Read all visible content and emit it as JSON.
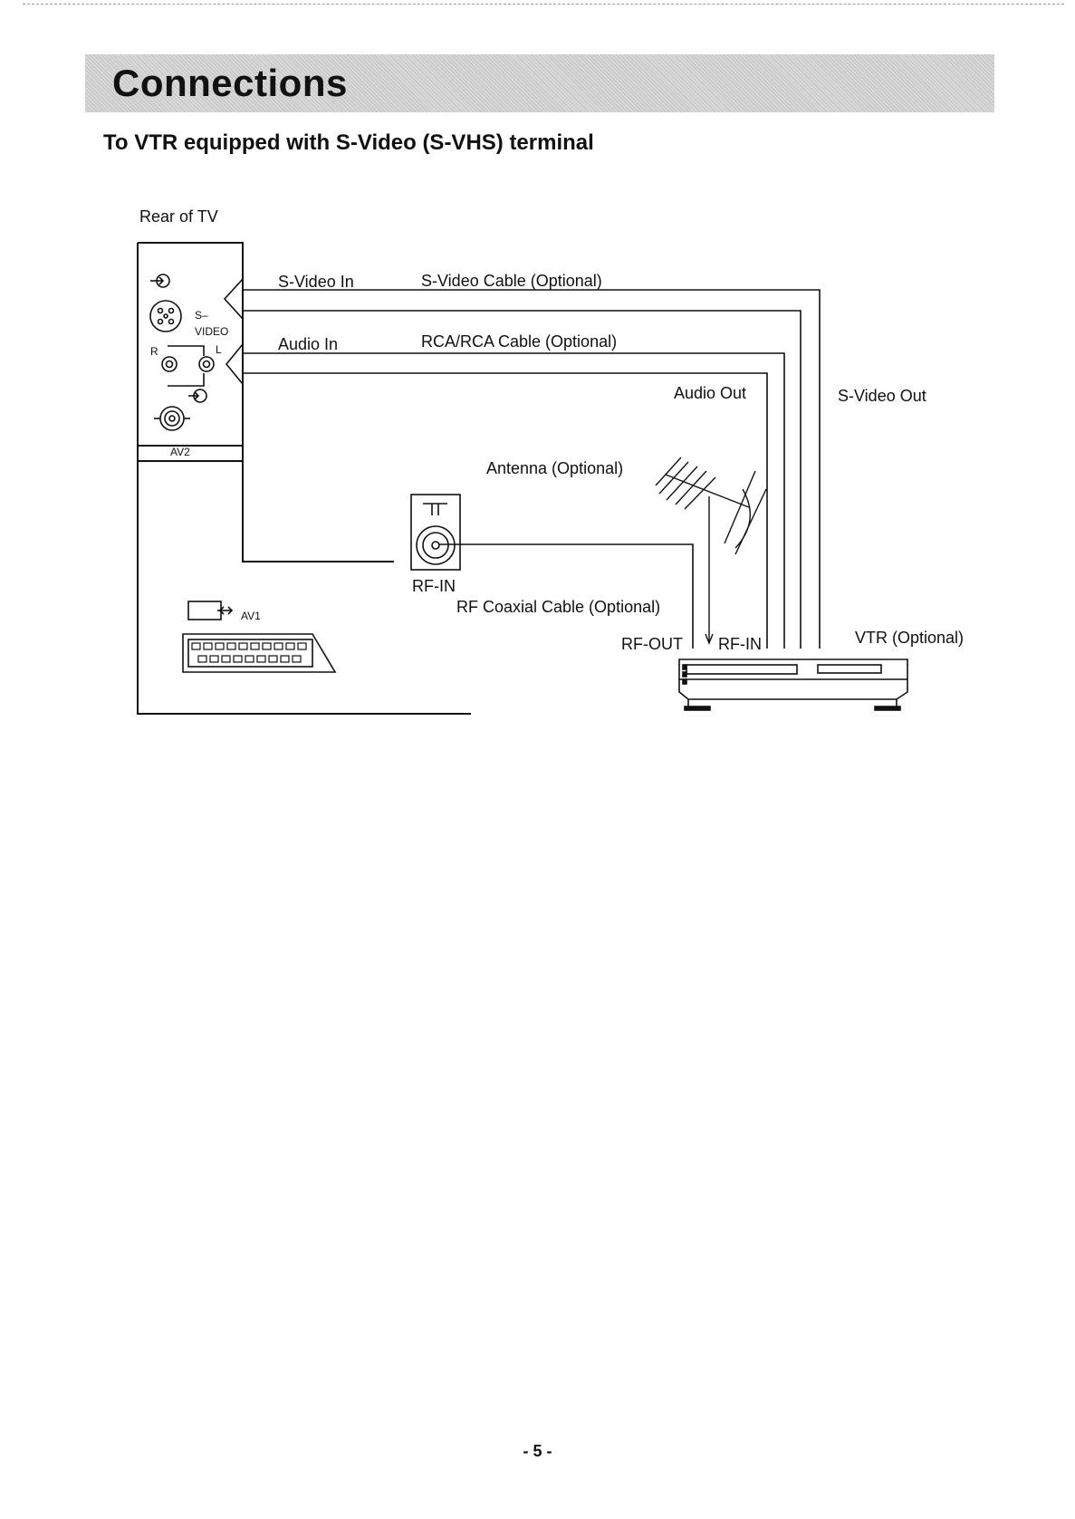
{
  "page": {
    "title": "Connections",
    "subtitle": "To VTR equipped with S-Video (S-VHS) terminal",
    "page_number": "- 5 -"
  },
  "diagram": {
    "rear_of_tv": "Rear of TV",
    "svideo_in": "S-Video  In",
    "svideo_cable": "S-Video  Cable  (Optional)",
    "audio_in": "Audio  In",
    "rca_cable": "RCA/RCA  Cable  (Optional)",
    "audio_out": "Audio Out",
    "svideo_out": "S-Video  Out",
    "antenna": "Antenna  (Optional)",
    "rf_in_tv": "RF-IN",
    "rf_coax": "RF  Coaxial  Cable  (Optional)",
    "rf_out": "RF-OUT",
    "rf_in_vtr": "RF-IN",
    "vtr": "VTR  (Optional)",
    "panel": {
      "svideo_s": "S–",
      "svideo_video": "VIDEO",
      "r": "R",
      "l": "L",
      "av2": "AV2",
      "av1": "AV1"
    }
  }
}
